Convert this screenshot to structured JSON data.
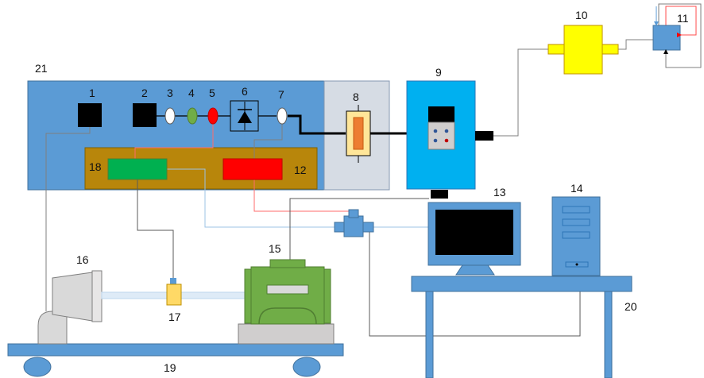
{
  "labels": {
    "n1": "1",
    "n2": "2",
    "n3": "3",
    "n4": "4",
    "n5": "5",
    "n6": "6",
    "n7": "7",
    "n8": "8",
    "n9": "9",
    "n10": "10",
    "n11": "11",
    "n12": "12",
    "n13": "13",
    "n14": "14",
    "n15": "15",
    "n16": "16",
    "n17": "17",
    "n18": "18",
    "n19": "19",
    "n20": "20",
    "n21": "21"
  },
  "colors": {
    "console_blue": "#5b9bd5",
    "panel_gray": "#d6dce4",
    "tray_brown": "#b8860b",
    "module_green": "#00b050",
    "module_red": "#ff0000",
    "unit_cyan": "#00b0f0",
    "yellow": "#ffff00",
    "motor_green": "#70ad47",
    "table_blue": "#5b9bd5",
    "wire_red": "#ff6b6b",
    "wire_blue": "#9dc3e6",
    "wire_gray": "#7f7f7f"
  }
}
